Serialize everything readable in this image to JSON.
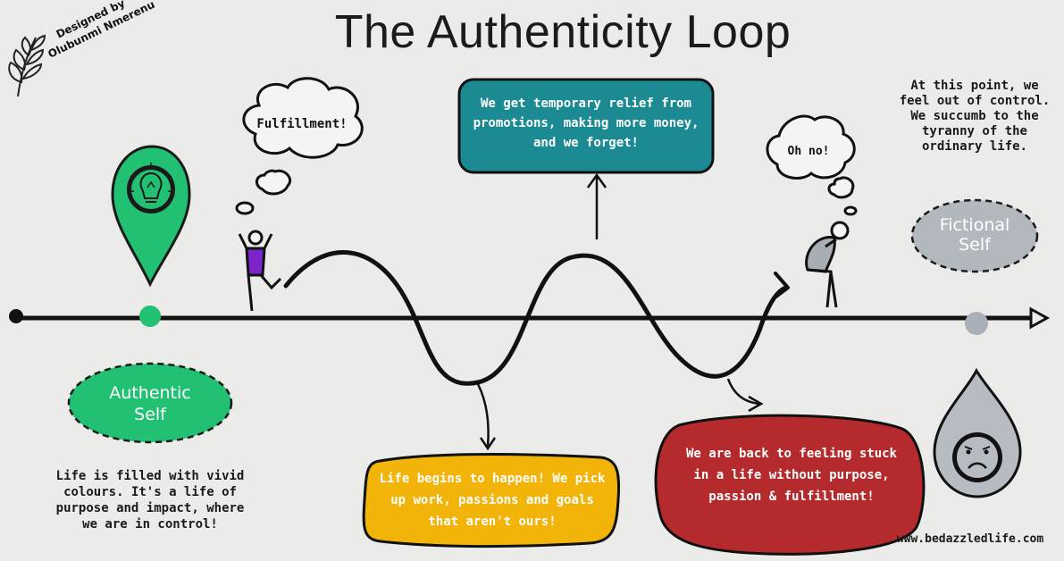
{
  "title": "The Authenticity Loop",
  "credit": {
    "line1": "Designed by",
    "line2": "Olubunmi Nmerenu"
  },
  "thought_fulfillment": "Fulfillment!",
  "thought_oh_no": "Oh no!",
  "teal_box": "We get temporary relief from promotions, making more money, and we forget!",
  "yellow_box": "Life begins to happen! We pick up work, passions and goals that aren't ours!",
  "red_box": "We are back to feeling stuck in a life without purpose, passion & fulfillment!",
  "out_of_control_text": "At this point, we feel out of control. We succumb to the tyranny of the ordinary life.",
  "authentic_self": {
    "line1": "Authentic",
    "line2": "Self"
  },
  "fictional_self": {
    "line1": "Fictional",
    "line2": "Self"
  },
  "authentic_desc": "Life is filled with vivid colours. It's a life of purpose and impact, where we are in control!",
  "website": "www.bedazzledlife.com",
  "colors": {
    "teal": "#1b8a93",
    "yellow": "#f3b40a",
    "red": "#b52a2c",
    "green": "#22c073",
    "purple": "#7a24c9",
    "gray": "#b3b8bf"
  }
}
